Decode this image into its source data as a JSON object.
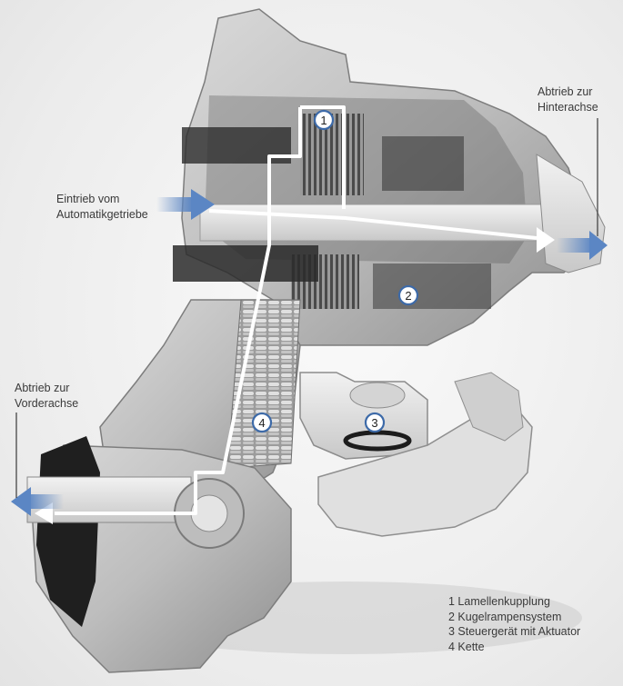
{
  "labels": {
    "rear_output": [
      "Abtrieb zur",
      "Hinterachse"
    ],
    "input": [
      "Eintrieb vom",
      "Automatikgetriebe"
    ],
    "front_output": [
      "Abtrieb zur",
      "Vorderachse"
    ]
  },
  "markers": [
    "1",
    "2",
    "3",
    "4"
  ],
  "legend": [
    "1 Lamellenkupplung",
    "2 Kugelrampensystem",
    "3 Steuergerät mit Aktuator",
    "4 Kette"
  ],
  "colors": {
    "arrow_blue": "#5b86c4",
    "marker_ring": "#3d6aa8",
    "flow_line": "#ffffff"
  }
}
